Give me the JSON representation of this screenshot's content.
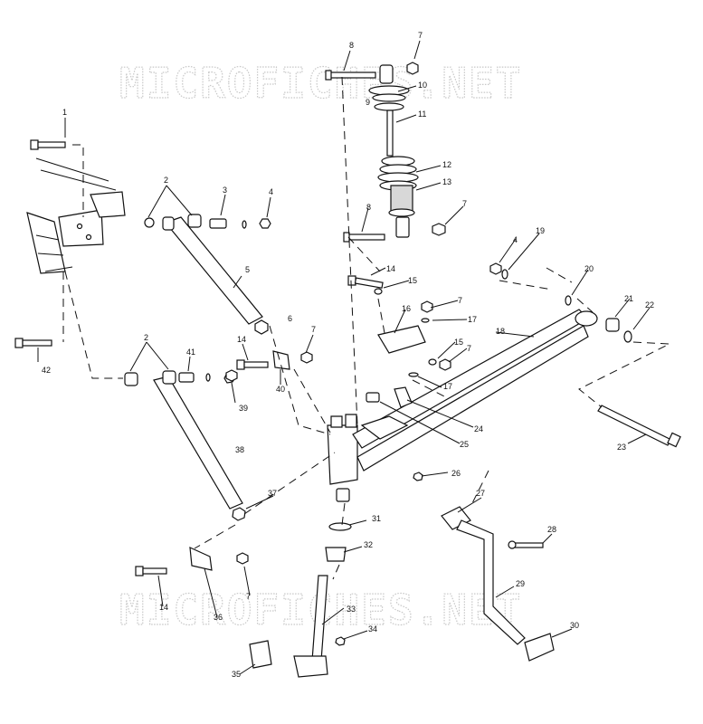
{
  "watermark": {
    "top": "MICROFICHES.NET",
    "bottom": "MICROFICHES.NET"
  },
  "callouts": [
    {
      "id": "c1",
      "label": "1"
    },
    {
      "id": "c2a",
      "label": "2"
    },
    {
      "id": "c3",
      "label": "3"
    },
    {
      "id": "c4a",
      "label": "4"
    },
    {
      "id": "c5",
      "label": "5"
    },
    {
      "id": "c6",
      "label": "6"
    },
    {
      "id": "c7a",
      "label": "7"
    },
    {
      "id": "c8a",
      "label": "8"
    },
    {
      "id": "c9",
      "label": "9"
    },
    {
      "id": "c10",
      "label": "10"
    },
    {
      "id": "c11",
      "label": "11"
    },
    {
      "id": "c12",
      "label": "12"
    },
    {
      "id": "c13",
      "label": "13"
    },
    {
      "id": "c8b",
      "label": "8"
    },
    {
      "id": "c7b",
      "label": "7"
    },
    {
      "id": "c4b",
      "label": "4"
    },
    {
      "id": "c19",
      "label": "19"
    },
    {
      "id": "c20",
      "label": "20"
    },
    {
      "id": "c21",
      "label": "21"
    },
    {
      "id": "c22",
      "label": "22"
    },
    {
      "id": "c18",
      "label": "18"
    },
    {
      "id": "c14a",
      "label": "14"
    },
    {
      "id": "c15a",
      "label": "15"
    },
    {
      "id": "c7c",
      "label": "7"
    },
    {
      "id": "c16",
      "label": "16"
    },
    {
      "id": "c17a",
      "label": "17"
    },
    {
      "id": "c15b",
      "label": "15"
    },
    {
      "id": "c7d",
      "label": "7"
    },
    {
      "id": "c17b",
      "label": "17"
    },
    {
      "id": "c24",
      "label": "24"
    },
    {
      "id": "c25",
      "label": "25"
    },
    {
      "id": "c23",
      "label": "23"
    },
    {
      "id": "c26",
      "label": "26"
    },
    {
      "id": "c7e",
      "label": "7"
    },
    {
      "id": "c14b",
      "label": "14"
    },
    {
      "id": "c40",
      "label": "40"
    },
    {
      "id": "c2b",
      "label": "2"
    },
    {
      "id": "c41",
      "label": "41"
    },
    {
      "id": "c39",
      "label": "39"
    },
    {
      "id": "c42",
      "label": "42"
    },
    {
      "id": "c38",
      "label": "38"
    },
    {
      "id": "c37",
      "label": "37"
    },
    {
      "id": "c27",
      "label": "27"
    },
    {
      "id": "c28",
      "label": "28"
    },
    {
      "id": "c29",
      "label": "29"
    },
    {
      "id": "c30",
      "label": "30"
    },
    {
      "id": "c31",
      "label": "31"
    },
    {
      "id": "c32",
      "label": "32"
    },
    {
      "id": "c33",
      "label": "33"
    },
    {
      "id": "c34",
      "label": "34"
    },
    {
      "id": "c35",
      "label": "35"
    },
    {
      "id": "c14c",
      "label": "14"
    },
    {
      "id": "c36",
      "label": "36"
    },
    {
      "id": "c7f",
      "label": "7"
    }
  ]
}
